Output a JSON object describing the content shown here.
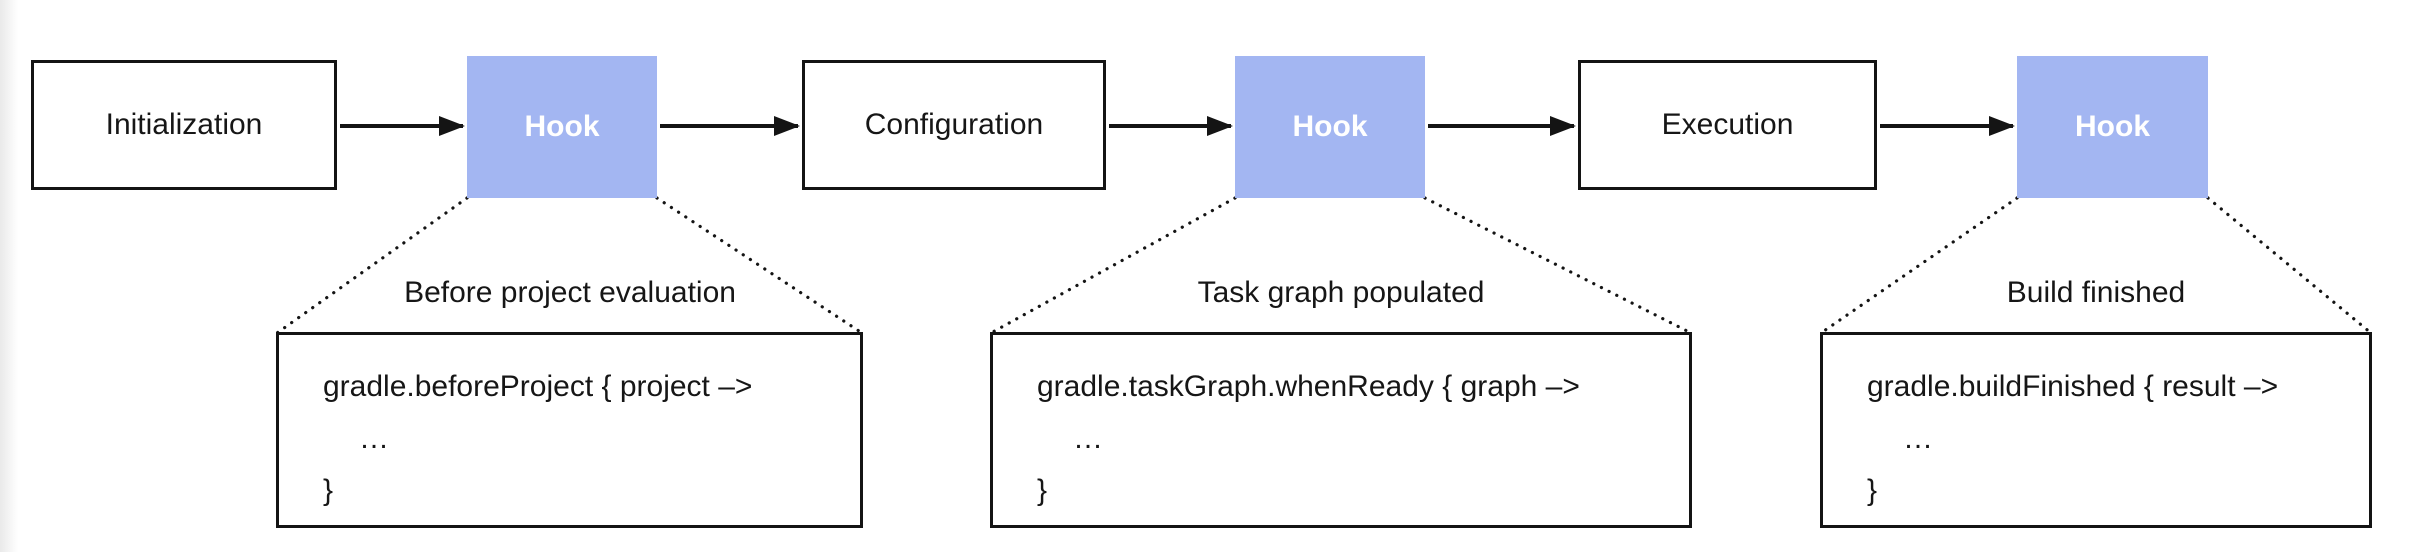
{
  "flow": {
    "nodes": [
      {
        "id": "initialization",
        "label": "Initialization",
        "type": "phase"
      },
      {
        "id": "hook-1",
        "label": "Hook",
        "type": "hook"
      },
      {
        "id": "configuration",
        "label": "Configuration",
        "type": "phase"
      },
      {
        "id": "hook-2",
        "label": "Hook",
        "type": "hook"
      },
      {
        "id": "execution",
        "label": "Execution",
        "type": "phase"
      },
      {
        "id": "hook-3",
        "label": "Hook",
        "type": "hook"
      }
    ]
  },
  "callouts": [
    {
      "title": "Before project evaluation",
      "code": [
        "gradle.beforeProject { project –>",
        "…",
        "}"
      ]
    },
    {
      "title": "Task graph populated",
      "code": [
        "gradle.taskGraph.whenReady { graph –>",
        "…",
        "}"
      ]
    },
    {
      "title": "Build finished",
      "code": [
        "gradle.buildFinished { result –>",
        "…",
        "}"
      ]
    }
  ],
  "colors": {
    "hook_fill": "#a3b6f2",
    "hook_text": "#ffffff",
    "phase_fill": "#ffffff",
    "stroke": "#141414"
  }
}
